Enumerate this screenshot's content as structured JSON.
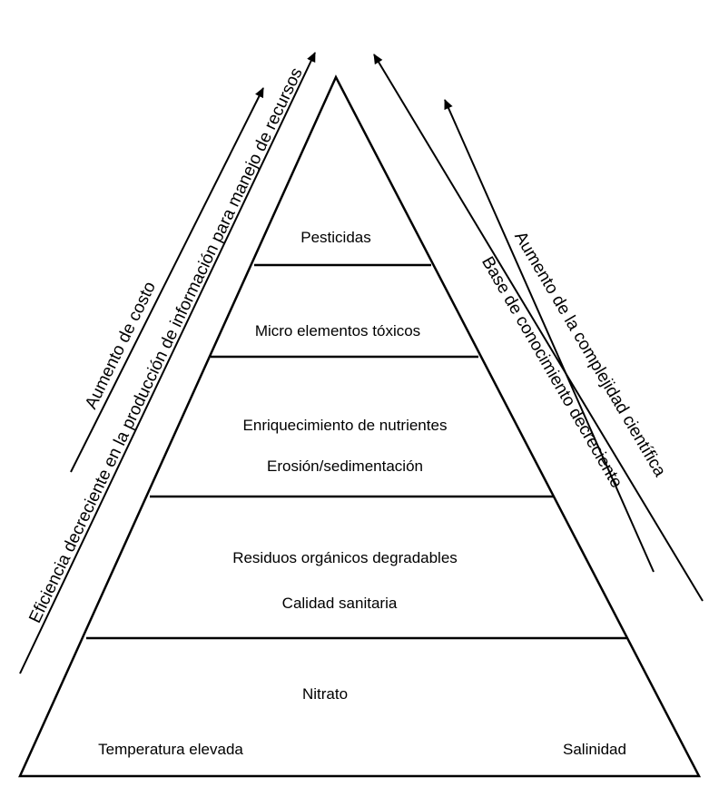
{
  "pyramid": {
    "layers": [
      {
        "lines": [
          "Pesticidas"
        ]
      },
      {
        "lines": [
          "Micro elementos tóxicos"
        ]
      },
      {
        "lines": [
          "Enriquecimiento de nutrientes",
          "Erosión/sedimentación"
        ]
      },
      {
        "lines": [
          "Residuos orgánicos degradables",
          "Calidad sanitaria"
        ]
      },
      {
        "lines": [
          "Nitrato",
          "Temperatura elevada",
          "Salinidad"
        ]
      }
    ]
  },
  "arrows": {
    "left_outer": "Eficiencia decreciente en la producción de información para manejo de recursos",
    "left_inner": "Aumento de costo",
    "right_outer": "Aumento de la complejidad científica",
    "right_inner": "Base de conocimiento decreciente"
  }
}
